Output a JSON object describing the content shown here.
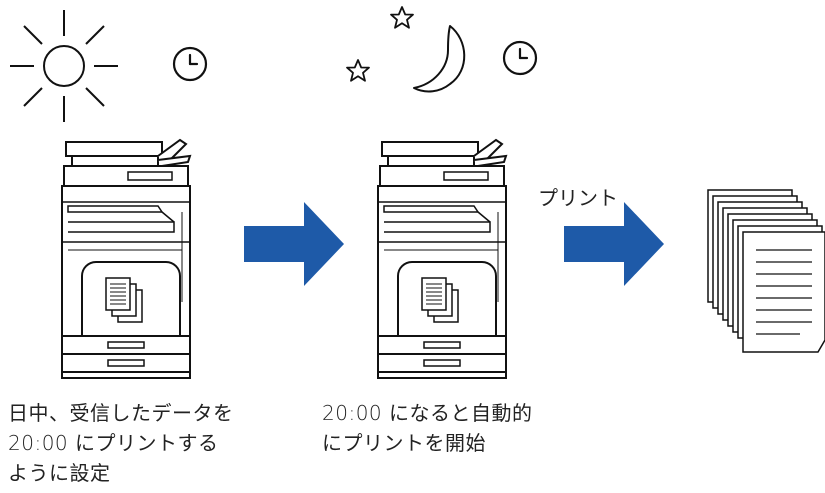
{
  "colors": {
    "arrow": "#1e5aa8",
    "line": "#111111"
  },
  "icons": {
    "day": "sun-icon",
    "night": "moon-stars-icon",
    "clock": "clock-icon",
    "device": "multifunction-printer-icon",
    "documents": "document-stack-icon",
    "output": "printed-pages-icon"
  },
  "labels": {
    "print": "プリント"
  },
  "captions": {
    "left": [
      "日中、受信したデータを",
      "20:00 にプリントする",
      "ように設定"
    ],
    "middle": [
      "20:00 になると自動的",
      "にプリントを開始"
    ]
  }
}
